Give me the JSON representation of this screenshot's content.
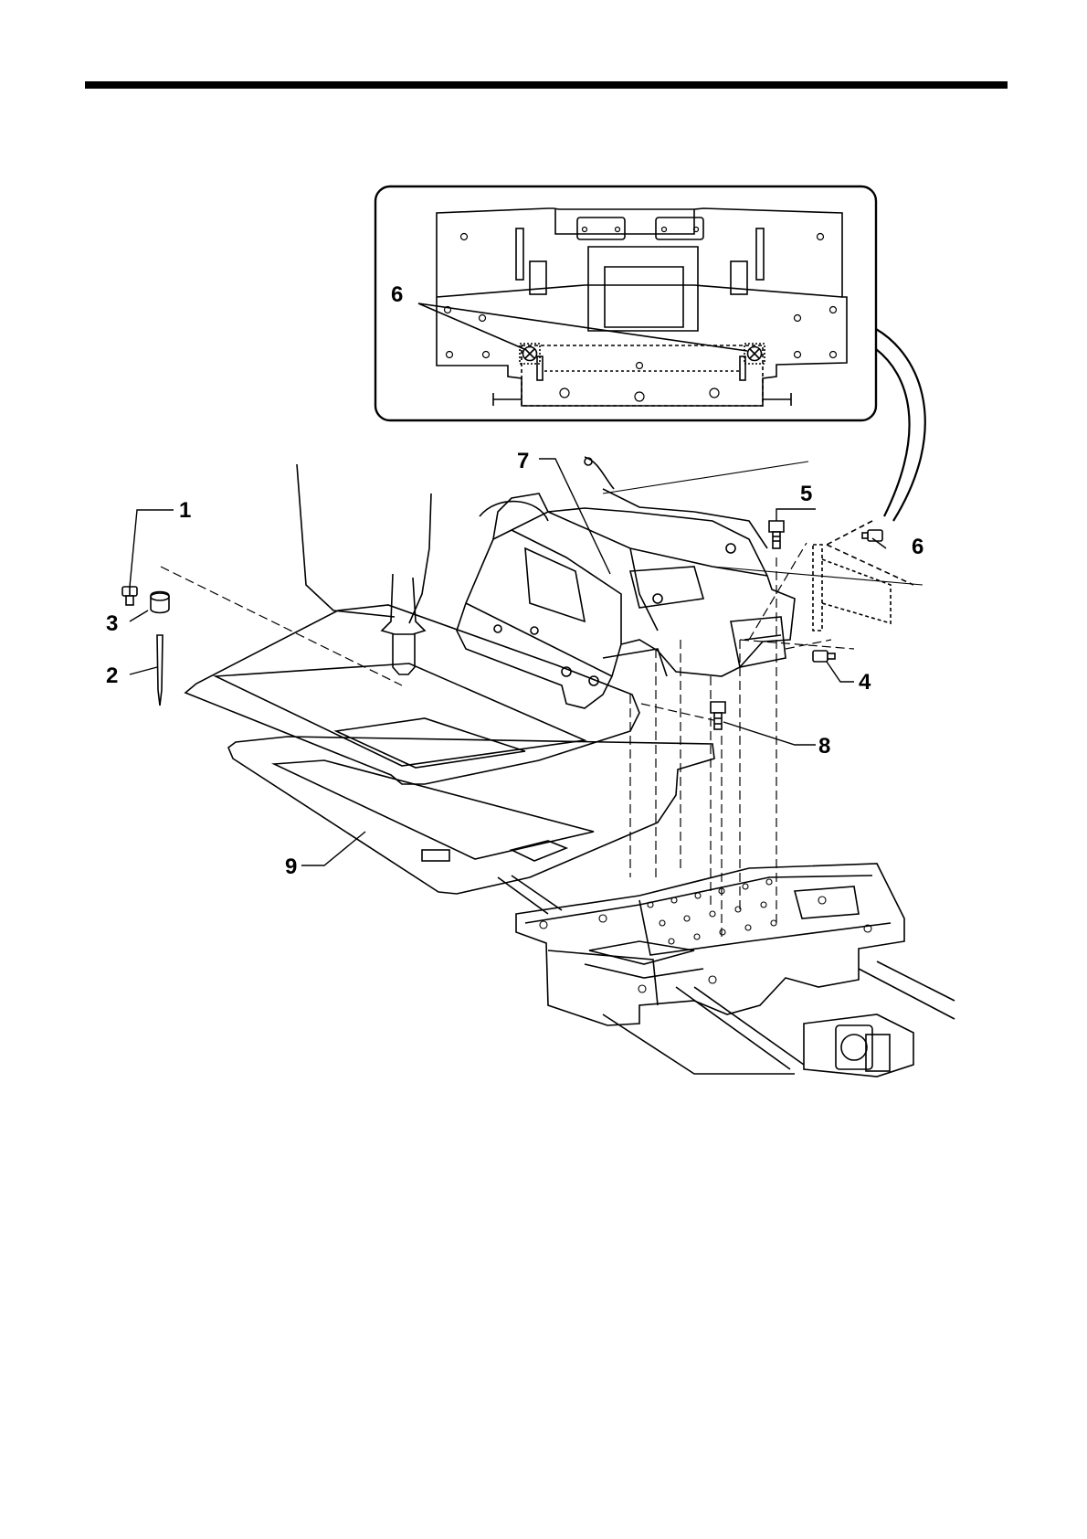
{
  "callouts": {
    "c1": "1",
    "c2": "2",
    "c3": "3",
    "c4": "4",
    "c5": "5",
    "c6_inset": "6",
    "c6_main": "6",
    "c7": "7",
    "c8": "8",
    "c9": "9"
  },
  "colors": {
    "ink": "#000000",
    "paper": "#ffffff"
  },
  "icons": {
    "inset_screw": "crossed-circle-screw-icon",
    "bolt": "hex-bolt-icon",
    "needle": "needle-icon"
  }
}
